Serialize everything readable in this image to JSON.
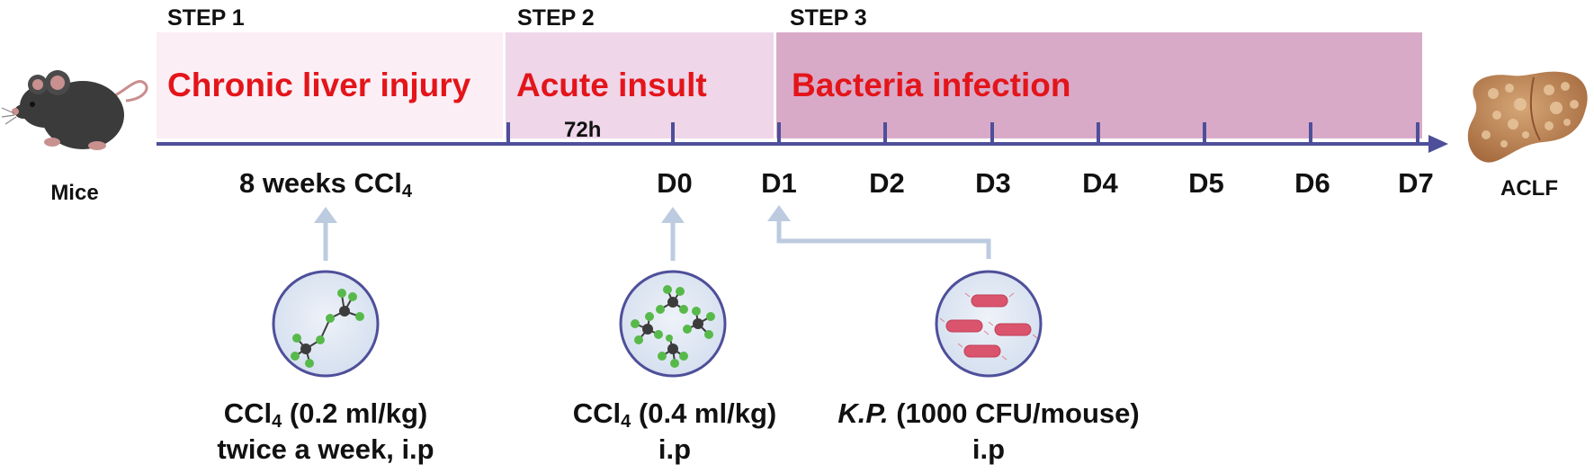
{
  "steps": [
    {
      "label": "STEP 1",
      "phase": "Chronic liver injury",
      "color": "#fbeef5"
    },
    {
      "label": "STEP 2",
      "phase": "Acute insult",
      "color": "#efd6e9"
    },
    {
      "label": "STEP 3",
      "phase": "Bacteria infection",
      "color": "#d9aac8"
    }
  ],
  "timeline": {
    "interval_label": "72h",
    "duration": {
      "main": "8 weeks CCl",
      "sub": "4"
    },
    "days": [
      "D0",
      "D1",
      "D2",
      "D3",
      "D4",
      "D5",
      "D6",
      "D7"
    ]
  },
  "subjects": {
    "start": "Mice",
    "end": "ACLF"
  },
  "treatments": [
    {
      "reagent": "CCl",
      "sub": "4",
      "dose": " (0.2 ml/kg)",
      "route": "twice a week, i.p"
    },
    {
      "reagent": "CCl",
      "sub": "4",
      "dose": " (0.4 ml/kg)",
      "route": "i.p"
    },
    {
      "reagent": "K.P.",
      "dose": " (1000 CFU/mouse)",
      "route": "i.p"
    }
  ],
  "colors": {
    "axis": "#4e4f9a",
    "phase_text": "#e3151a",
    "arrow": "#bdcbe0",
    "circle_fill": "#dde6f3",
    "circle_stroke": "#4e4f9a",
    "atom_green": "#57b94a",
    "atom_dark": "#3c3c3c",
    "bacteria": "#d9546c"
  }
}
